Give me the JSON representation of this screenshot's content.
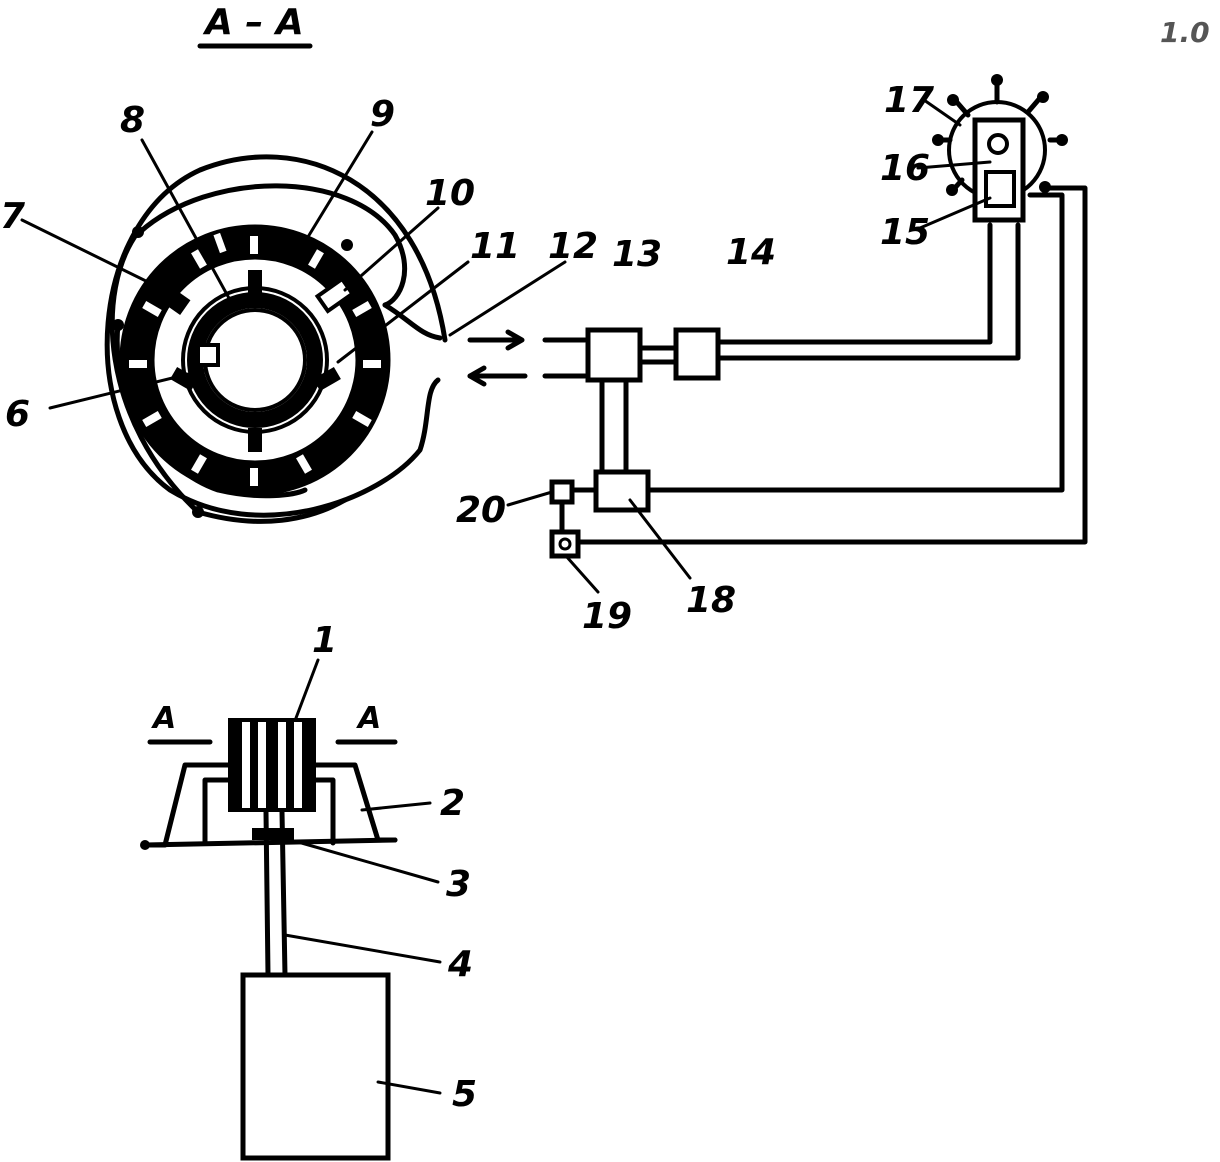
{
  "section": {
    "title": "А – А",
    "cut_left": "А",
    "cut_right": "А",
    "corner_mark": "1.0"
  },
  "labels": {
    "l1": "1",
    "l2": "2",
    "l3": "3",
    "l4": "4",
    "l5": "5",
    "l6": "6",
    "l7": "7",
    "l8": "8",
    "l9": "9",
    "l10": "10",
    "l11": "11",
    "l12": "12",
    "l13": "13",
    "l14": "14",
    "l15": "15",
    "l16": "16",
    "l17": "17",
    "l18": "18",
    "l19": "19",
    "l20": "20"
  }
}
